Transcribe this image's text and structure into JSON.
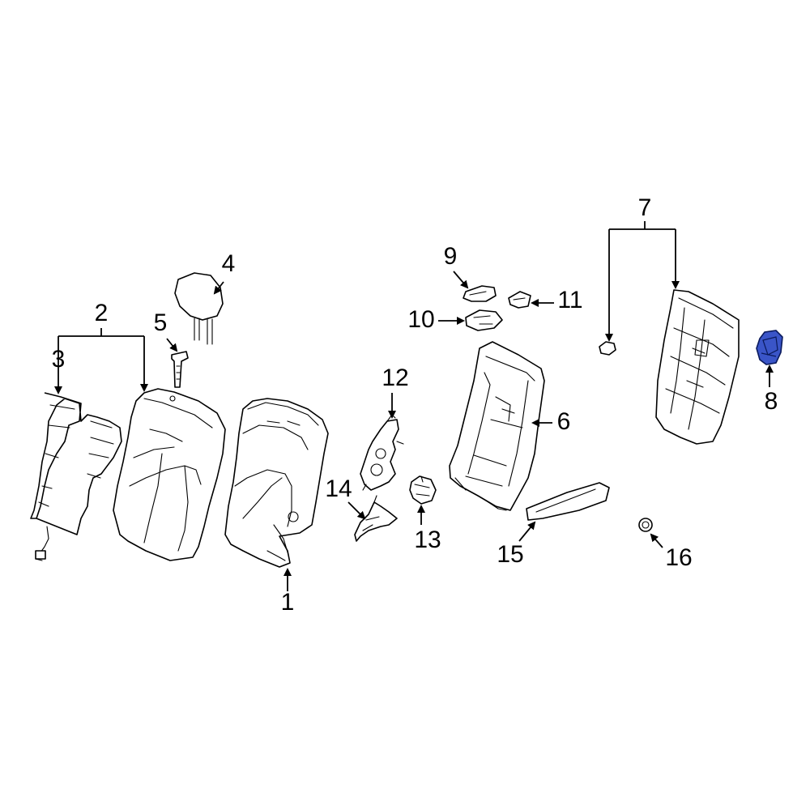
{
  "diagram": {
    "colors": {
      "line": "#000000",
      "background": "#ffffff",
      "highlight": "#3a55c8"
    },
    "highlighted_part": "8",
    "callouts": {
      "c1": "1",
      "c2": "2",
      "c3": "3",
      "c4": "4",
      "c5": "5",
      "c6": "6",
      "c7": "7",
      "c8": "8",
      "c9": "9",
      "c10": "10",
      "c11": "11",
      "c12": "12",
      "c13": "13",
      "c14": "14",
      "c15": "15",
      "c16": "16"
    }
  }
}
